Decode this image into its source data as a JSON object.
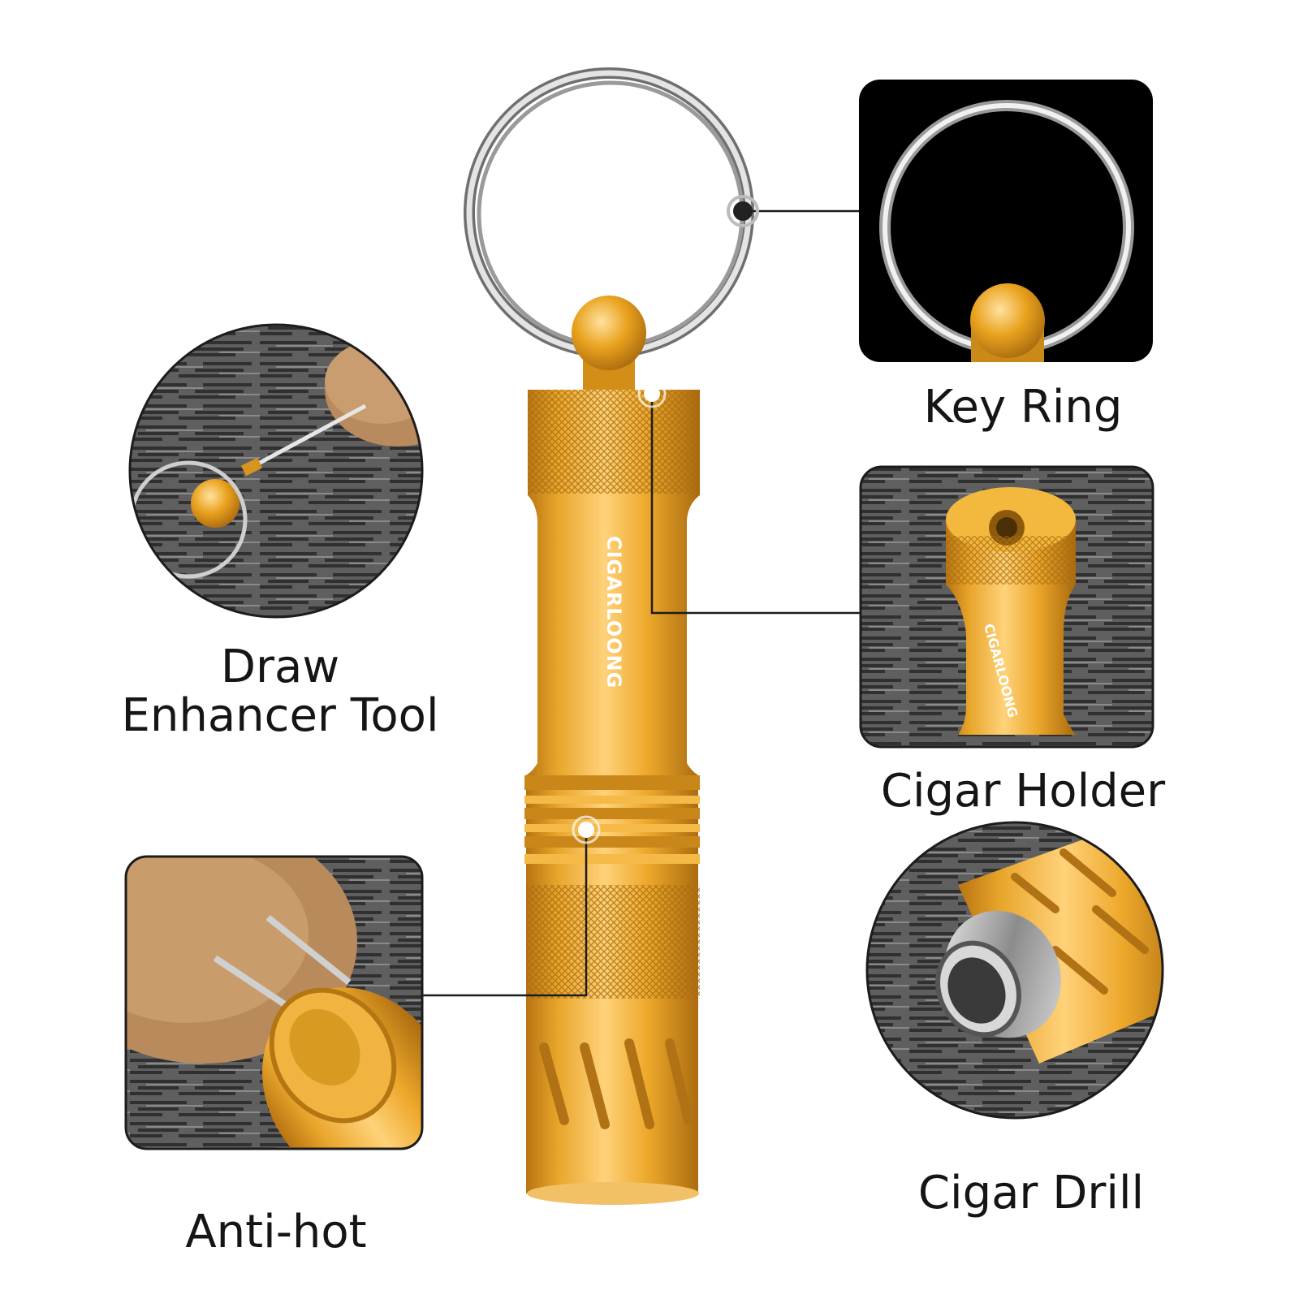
{
  "product": {
    "brand_text": "CIGARLOONG",
    "color": "#E9A21E",
    "inset_brand_text": "CIGARLOONG"
  },
  "callouts": {
    "key_ring": "Key Ring",
    "cigar_holder": "Cigar Holder",
    "cigar_drill": "Cigar Drill",
    "anti_hot": "Anti-hot",
    "draw_enhancer_line1": "Draw",
    "draw_enhancer_line2": "Enhancer Tool"
  }
}
